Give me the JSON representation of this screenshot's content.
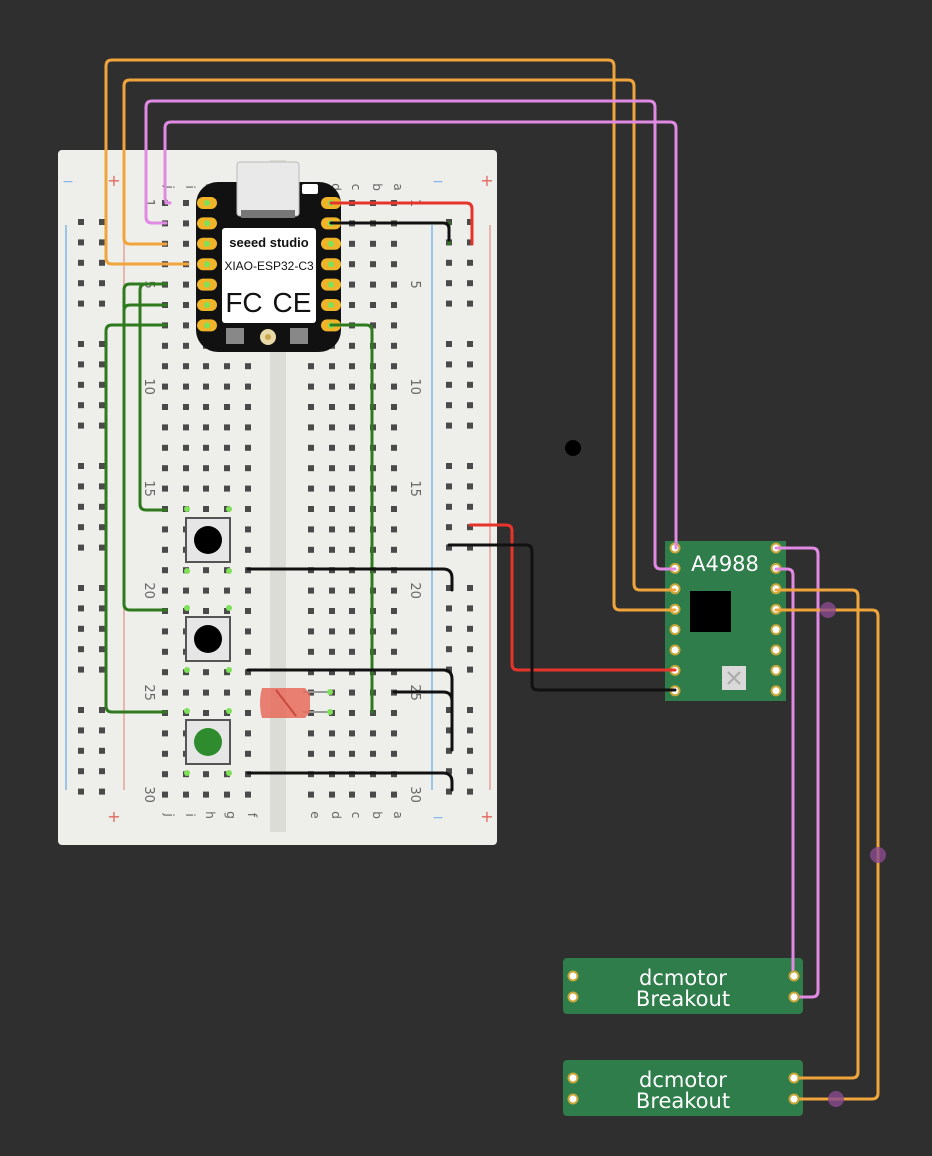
{
  "colors": {
    "background": "#2f2f2f",
    "breadboard": "#eeeeea",
    "pcb_green": "#2e7d4a",
    "wire_orange": "#f0a53c",
    "wire_pink": "#e08ae3",
    "wire_green": "#2f7a1f",
    "wire_red": "#e5342a",
    "wire_black": "#111111",
    "pin_green": "#7fe05a"
  },
  "breadboard": {
    "row_numbers": [
      "1",
      "5",
      "10",
      "15",
      "20",
      "25",
      "30"
    ],
    "columns_left": [
      "j",
      "i",
      "h",
      "g",
      "f"
    ],
    "columns_right": [
      "e",
      "d",
      "c",
      "b",
      "a"
    ],
    "rail_plus": "+",
    "rail_minus": "−"
  },
  "mcu": {
    "brand": "seeed studio",
    "model": "XIAO-ESP32-C3",
    "fcc_mark": "FC",
    "ce_mark": "CE"
  },
  "driver": {
    "label": "A4988"
  },
  "motors": [
    {
      "line1": "dcmotor",
      "line2": "Breakout"
    },
    {
      "line1": "dcmotor",
      "line2": "Breakout"
    }
  ],
  "icons": [
    "pushbutton-icon",
    "led-icon",
    "usb-connector-icon"
  ]
}
